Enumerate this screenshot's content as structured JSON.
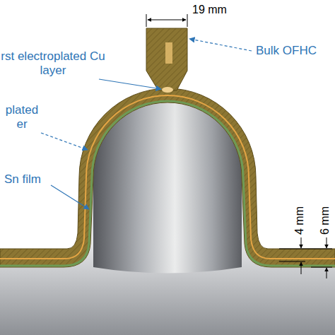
{
  "diagram": {
    "labels": [
      "19 mm",
      "rst electroplated Cu layer",
      "Bulk OFHC",
      "plated er",
      "Sn film",
      "4 mm",
      "6 mm"
    ]
  }
}
